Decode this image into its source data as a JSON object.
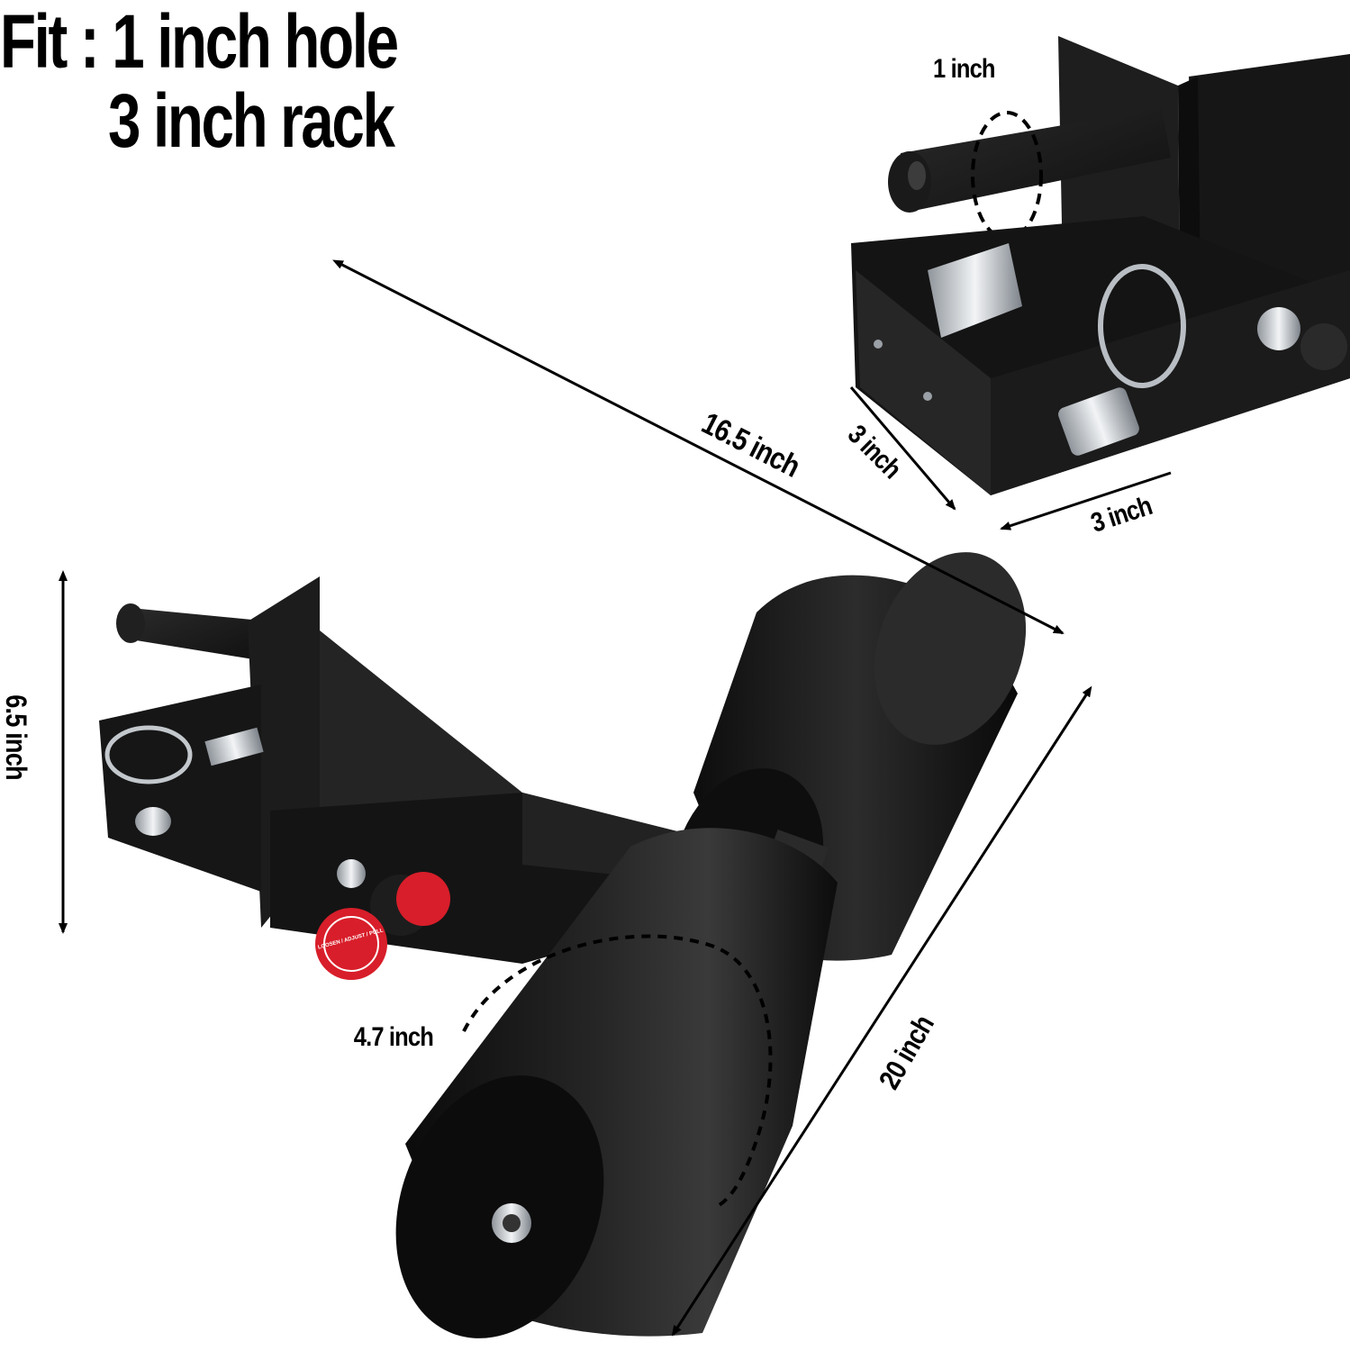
{
  "headline": {
    "line1": "Fit : 1 inch hole",
    "line2": "3 inch rack"
  },
  "dimensions": {
    "hole": "1 inch",
    "length": "16.5 inch",
    "depth": "3 inch",
    "width": "3 inch",
    "height": "6.5 inch",
    "diameter": "4.7 inch",
    "span": "20 inch"
  },
  "knob_label": "LOOSEN / ADJUST / PULL",
  "colors": {
    "metal": "#1b1b1b",
    "roller": "#111111",
    "knob_red": "#d81e2a",
    "chrome": "#c8ccd0"
  }
}
